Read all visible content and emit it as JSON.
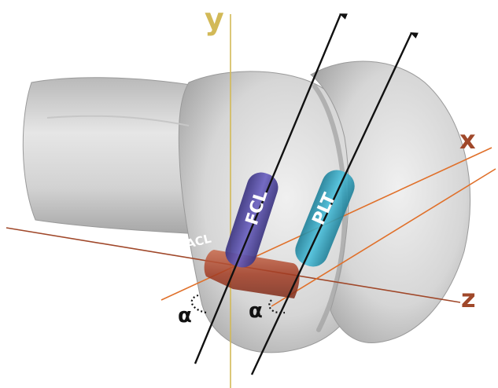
{
  "axes": {
    "y": {
      "label": "y",
      "color": "#d2b957"
    },
    "x": {
      "label": "x",
      "color": "#e0702a"
    },
    "z": {
      "label": "z",
      "color": "#a0482a"
    }
  },
  "ligaments": {
    "fcl": {
      "label": "FCL",
      "color": "#5a4fa8"
    },
    "plt": {
      "label": "PLT",
      "color": "#2ea6c2"
    },
    "acl": {
      "label": "ACL",
      "color": "#b7472a"
    }
  },
  "angles": [
    {
      "label": "α"
    },
    {
      "label": "α"
    }
  ],
  "colors": {
    "bone": "#dcdcdc",
    "bone_shadow": "#a8a8a8",
    "direction_line": "#111111"
  }
}
